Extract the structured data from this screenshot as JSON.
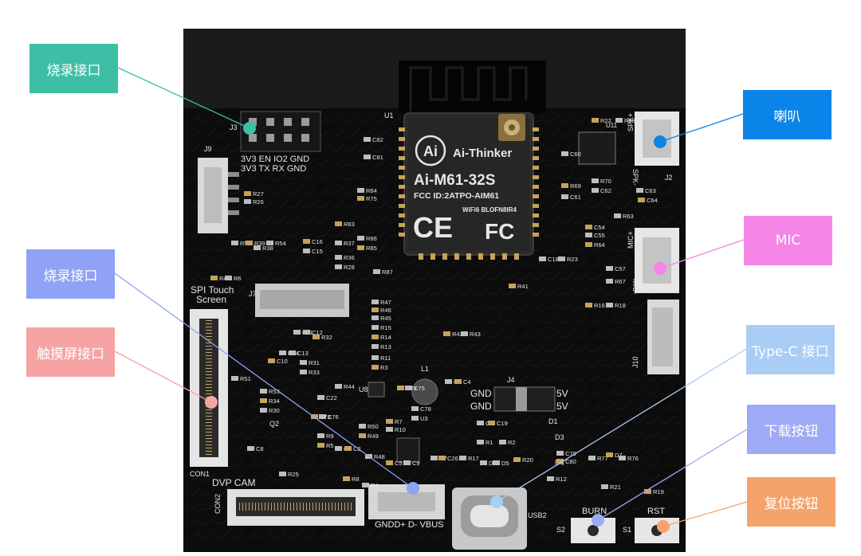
{
  "callouts": {
    "burn_top": {
      "label": "烧录接口",
      "color": "#3dbfa5"
    },
    "burn_left": {
      "label": "烧录接口",
      "color": "#8fa2f5"
    },
    "touch": {
      "label": "触摸屏接口",
      "color": "#f6a3a3"
    },
    "speaker": {
      "label": "喇叭",
      "color": "#0a84e8"
    },
    "mic": {
      "label": "MIC",
      "color": "#f585e6"
    },
    "typec": {
      "label": "Type-C 接口",
      "color": "#a9cdf5"
    },
    "download": {
      "label": "下载按钮",
      "color": "#9eaaf5"
    },
    "reset": {
      "label": "复位按钮",
      "color": "#f5a36b"
    }
  },
  "module": {
    "brand": "Ai-Thinker",
    "model": "Ai-M61-32S",
    "fcc": "FCC ID:2ATPO-AIM61",
    "wifi": "WiFi6  BLOFN8IR4",
    "ce": "CE",
    "fc": "FC",
    "designator": "U1"
  },
  "silk": {
    "j3": "J3",
    "j3_row1": "3V3  EN  IO2 GND",
    "j3_row2": "3V3  TX  RX  GND",
    "j9": "J9",
    "j7": "J7",
    "j2": "J2",
    "j4": "J4",
    "j10": "J10",
    "spk_plus": "SPK+",
    "spk_minus": "SPK-",
    "mic_plus": "MIC+",
    "mic_minus": "MIC-",
    "spi_touch": "SPI Touch",
    "screen": "Screen",
    "con1": "CON1",
    "con2": "CON2",
    "dvp_cam": "DVP CAM",
    "usb_pins": "GNDD+ D- VBUS",
    "gnd": "GND",
    "fivev": "5V",
    "usb2": "USB2",
    "burn": "BURN",
    "rst": "RST",
    "s1": "S1",
    "s2": "S2",
    "l1": "L1",
    "u8": "U8",
    "q2": "Q2",
    "d1": "D1",
    "d3": "D3",
    "d4": "D4",
    "u11": "U11"
  },
  "refs": [
    "R22",
    "R68",
    "C63",
    "C64",
    "R70",
    "C62",
    "R69",
    "C61",
    "C60",
    "R27",
    "R26",
    "R84",
    "R75",
    "C82",
    "C81",
    "R83",
    "R37",
    "R86",
    "R85",
    "R36",
    "R28",
    "C16",
    "C15",
    "R55",
    "R39",
    "R38",
    "R54",
    "R40",
    "R6",
    "R87",
    "C54",
    "C55",
    "R63",
    "R64",
    "C18",
    "R23",
    "R41",
    "C57",
    "R67",
    "R16",
    "R18",
    "R47",
    "R46",
    "R45",
    "R15",
    "R14",
    "R13",
    "R11",
    "R3",
    "C11",
    "C12",
    "R32",
    "C14",
    "C13",
    "C10",
    "R31",
    "R33",
    "R42",
    "R43",
    "R44",
    "C74",
    "C75",
    "C6",
    "C4",
    "R51",
    "R53",
    "R34",
    "R30",
    "C22",
    "C73",
    "C76",
    "R50",
    "R49",
    "R48",
    "R9",
    "R5",
    "C78",
    "U3",
    "R7",
    "R10",
    "C1",
    "C19",
    "R1",
    "R2",
    "C5",
    "C9",
    "C7",
    "C26",
    "D6",
    "D5",
    "R20",
    "R17",
    "R77",
    "D7",
    "R76",
    "C79",
    "C80",
    "R12",
    "R21",
    "R19",
    "C8",
    "R25",
    "R8",
    "R4",
    "C3",
    "C2"
  ]
}
